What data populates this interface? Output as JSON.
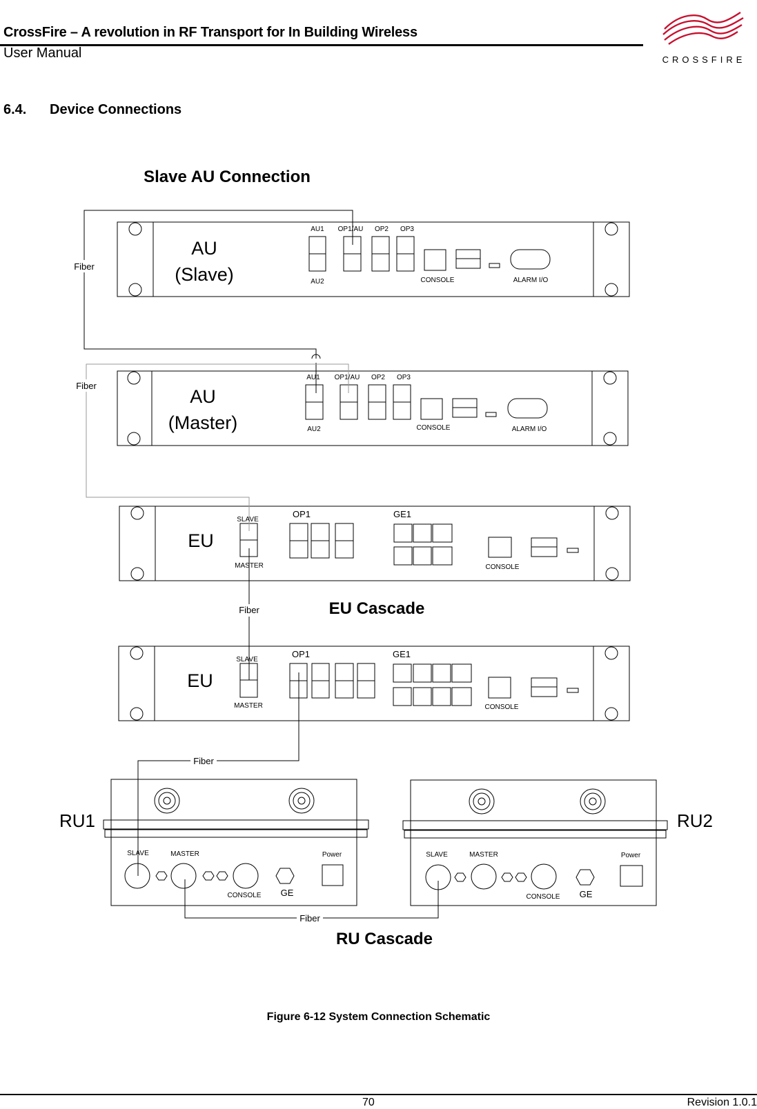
{
  "header": {
    "title": "CrossFire – A revolution in RF Transport for In Building Wireless",
    "subtitle": "User Manual",
    "logo_text": "CROSSFIRE"
  },
  "section": {
    "number": "6.4.",
    "title": "Device Connections"
  },
  "diagram": {
    "slave_au_heading": "Slave AU Connection",
    "eu_cascade_heading": "EU Cascade",
    "ru_cascade_heading": "RU Cascade",
    "fiber_label": "Fiber",
    "au_slave": {
      "name_line1": "AU",
      "name_line2": "(Slave)"
    },
    "au_master": {
      "name_line1": "AU",
      "name_line2": "(Master)"
    },
    "au_ports": {
      "au1": "AU1",
      "op1_au": "OP1/AU",
      "op2": "OP2",
      "op3": "OP3",
      "au2": "AU2",
      "console": "CONSOLE",
      "alarm": "ALARM I/O"
    },
    "eu": {
      "name": "EU",
      "slave": "SLAVE",
      "master": "MASTER",
      "op1": "OP1",
      "ge1": "GE1",
      "console": "CONSOLE"
    },
    "ru1": {
      "name": "RU1"
    },
    "ru2": {
      "name": "RU2"
    },
    "ru_ports": {
      "slave": "SLAVE",
      "master": "MASTER",
      "power": "Power",
      "console": "CONSOLE",
      "ge": "GE"
    }
  },
  "caption": "Figure 6-12 System Connection Schematic",
  "footer": {
    "page": "70",
    "revision": "Revision 1.0.1"
  }
}
